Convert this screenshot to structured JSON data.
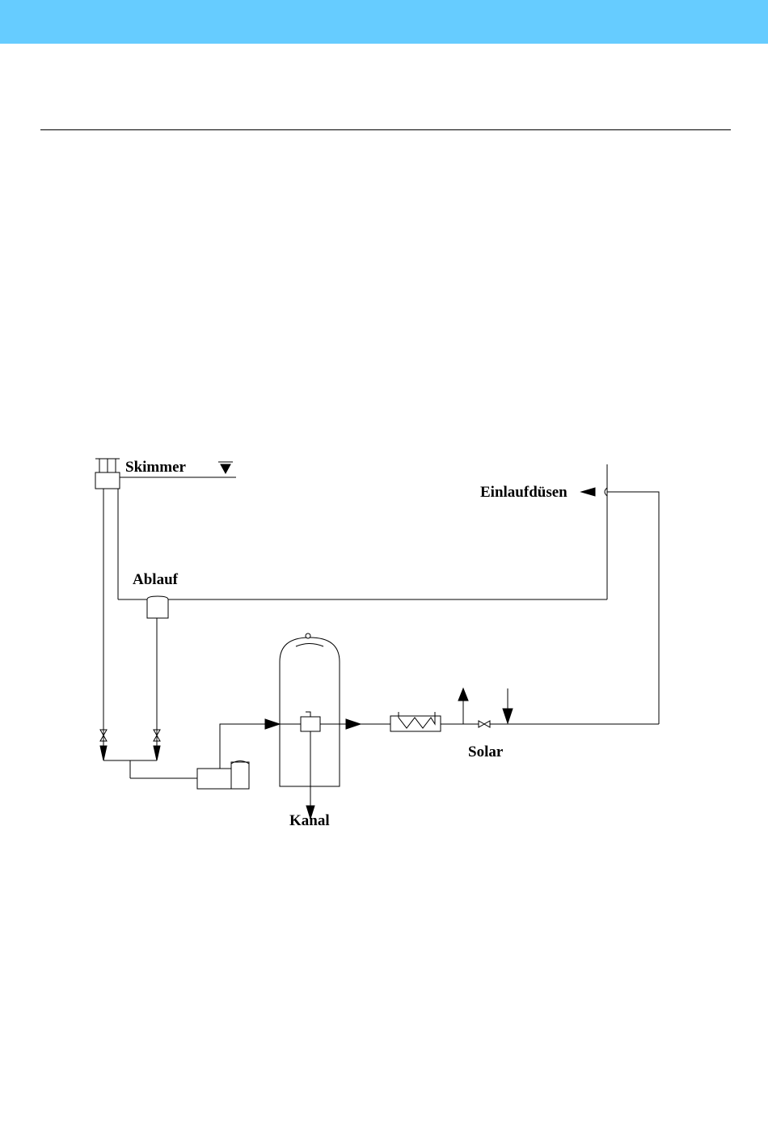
{
  "colors": {
    "banner": "#66ccff",
    "line": "#000000"
  },
  "diagram": {
    "labels": {
      "skimmer": "Skimmer",
      "einlauf": "Einlaufdüsen",
      "ablauf": "Ablauf",
      "solar": "Solar",
      "kanal": "Kanal"
    }
  }
}
